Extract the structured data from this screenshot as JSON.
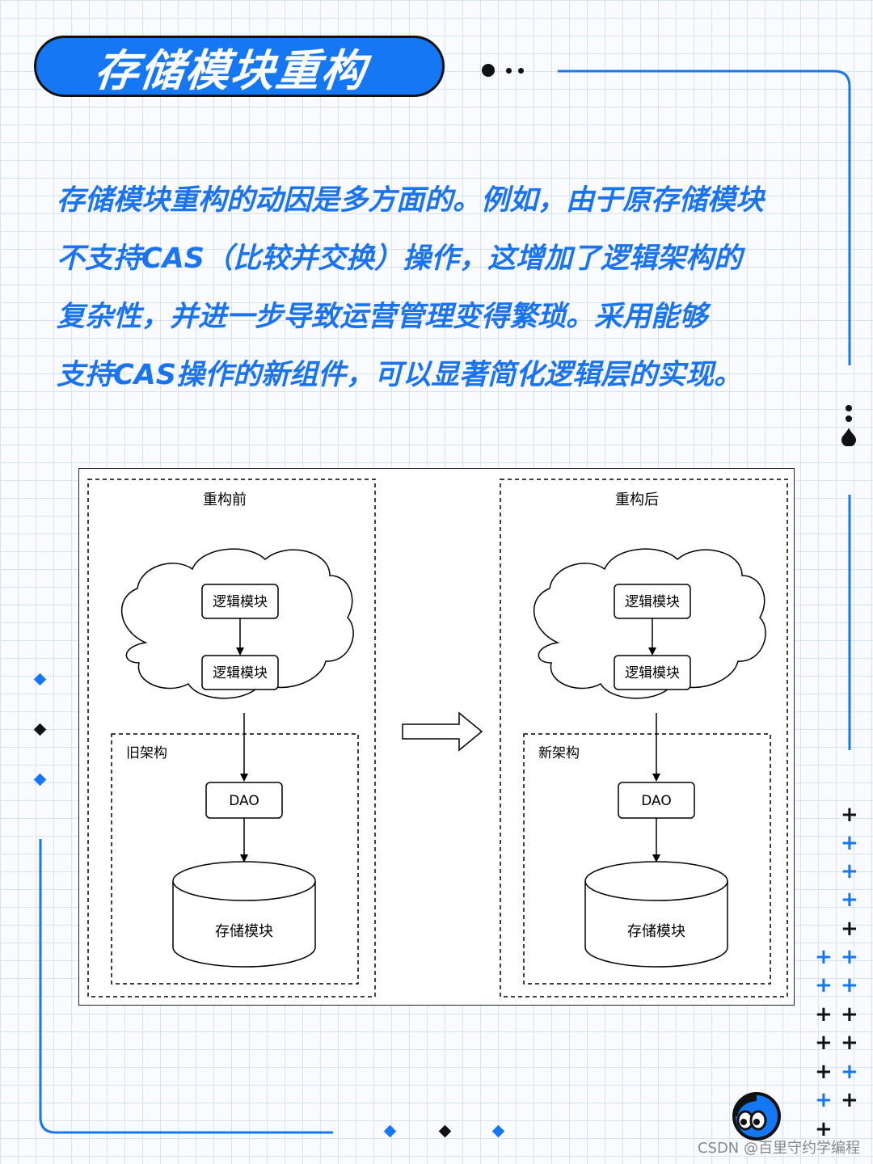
{
  "title": "存储模块重构",
  "paragraph_lines": [
    "存储模块重构的动因是多方面的。例如，由于原存储模块",
    "不支持CAS（比较并交换）操作，这增加了逻辑架构的",
    "复杂性，并进一步导致运营管理变得繁琐。采用能够",
    "支持CAS操作的新组件，可以显著简化逻辑层的实现。"
  ],
  "diagram": {
    "before": {
      "panel_title": "重构前",
      "logic_top": "逻辑模块",
      "logic_bottom": "逻辑模块",
      "arch_label": "旧架构",
      "dao": "DAO",
      "storage": "存储模块"
    },
    "after": {
      "panel_title": "重构后",
      "logic_top": "逻辑模块",
      "logic_bottom": "逻辑模块",
      "arch_label": "新架构",
      "dao": "DAO",
      "storage": "存储模块"
    }
  },
  "watermark": "CSDN @百里守约学编程",
  "colors": {
    "accent": "#1677f5",
    "text_blue": "#1a73f0",
    "dark": "#111111"
  },
  "icons": [
    "mascot-icon",
    "plus-icon",
    "diamond-icon",
    "right-arrow-icon"
  ]
}
